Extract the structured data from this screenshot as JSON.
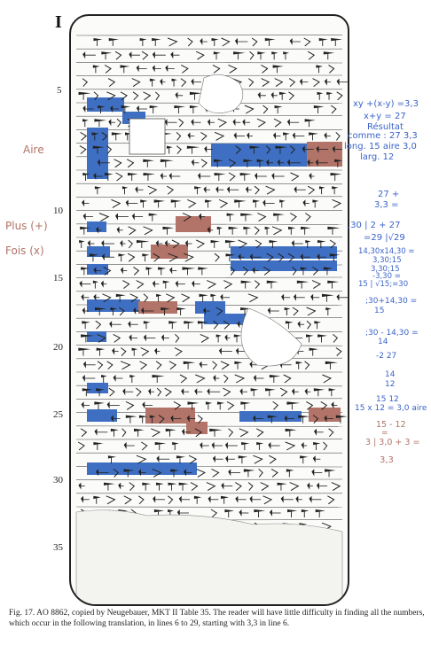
{
  "page": {
    "roman_numeral": "I",
    "line_numbers": [
      "5",
      "10",
      "15",
      "20",
      "25",
      "30",
      "35"
    ]
  },
  "labels": {
    "aire": "Aire",
    "plus": "Plus (+)",
    "fois": "Fois (x)"
  },
  "notes": [
    "xy +(x-y) =3,3",
    "x+y = 27",
    "Résultat",
    "comme : 27 3,3",
    "long. 15 aire 3,0",
    "larg. 12",
    "27 +",
    "3,3 =",
    ",30  | 2 + 27",
    "=29  |√29",
    "14,30x14,30 =",
    "3,30;15",
    "3,30;15",
    "-3,30 =",
    "15      | √15;=30",
    ";30+14,30  =",
    "15",
    ";30 - 14,30 =",
    "14",
    "-2   27",
    "14",
    "12",
    "15   12",
    "15 x 12 = 3,0 aire",
    "15 - 12",
    "=",
    "3  | 3,0 + 3 =",
    "3,3"
  ],
  "caption": "Fig. 17.   AO 8862, copied by Neugebauer, MKT II Table 35. The reader will have little difficulty in finding all the numbers, which occur in the following translation, in lines 6 to 29, starting with 3,3 in line 6.",
  "colors": {
    "highlight_blue": "#3e6fc2",
    "highlight_red": "#b27368",
    "note_blue": "#3b63c8",
    "note_red": "#b27368",
    "ink": "#222222"
  }
}
